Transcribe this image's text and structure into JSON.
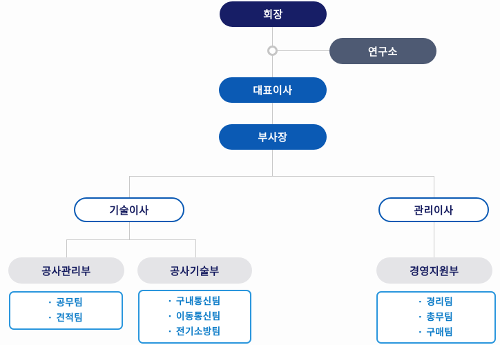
{
  "chart": {
    "type": "org-chart",
    "nodes": {
      "chairman": "회장",
      "research_institute": "연구소",
      "ceo": "대표이사",
      "vice_president": "부사장",
      "technical_director": "기술이사",
      "management_director": "관리이사",
      "dept_construction_mgmt": "공사관리부",
      "dept_construction_tech": "공사기술부",
      "dept_mgmt_support": "경영지원부"
    },
    "teams": {
      "construction_mgmt": [
        "공무팀",
        "견적팀"
      ],
      "construction_tech": [
        "구내통신팀",
        "이동통신팀",
        "전기소방팀"
      ],
      "mgmt_support": [
        "경리팀",
        "총무팀",
        "구매팀"
      ]
    },
    "bullet": "▪",
    "colors": {
      "chairman_navy": "#171e66",
      "research_slate": "#4e5a73",
      "executive_blue": "#0b5ab4",
      "dept_gray": "#e4e4e7",
      "connector_gray": "#c9c9c9",
      "team_box_border": "#2a96dd",
      "team_text_blue": "#0d7cc8",
      "pill_text_navy": "#141a5e"
    }
  }
}
